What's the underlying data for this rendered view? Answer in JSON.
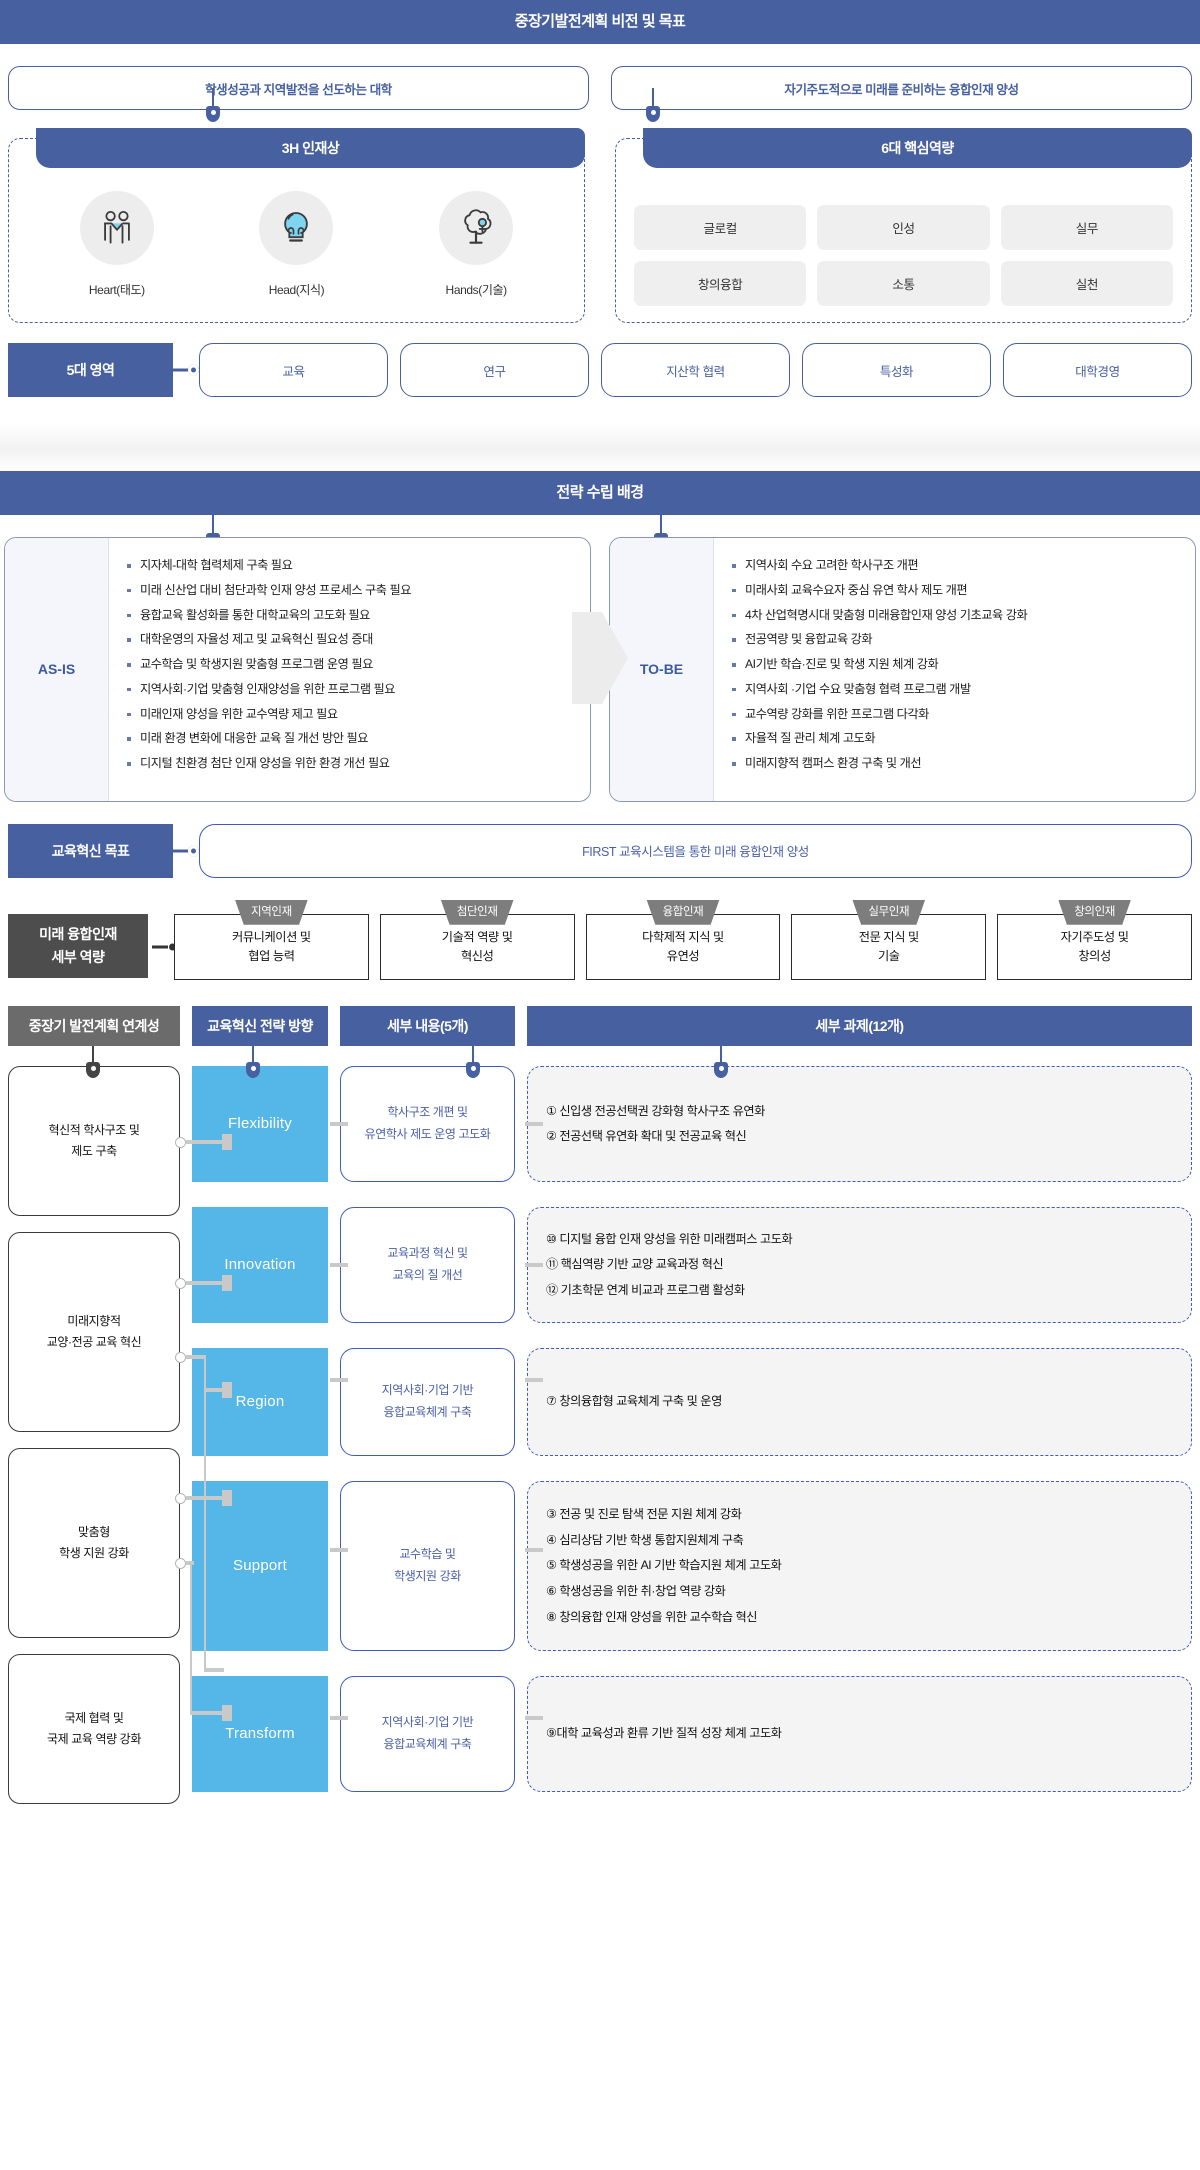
{
  "header": {
    "title": "중장기발전계획 비전 및 목표"
  },
  "vision": {
    "left": "학생성공과 지역발전을 선도하는 대학",
    "right": "자기주도적으로 미래를 준비하는 융합인재 양성"
  },
  "talent_panel": {
    "title": "3H 인재상",
    "items": [
      {
        "icon": "handshake-icon",
        "label": "Heart(태도)"
      },
      {
        "icon": "lightbulb-icon",
        "label": "Head(지식)"
      },
      {
        "icon": "tree-gear-icon",
        "label": "Hands(기술)"
      }
    ]
  },
  "competency_panel": {
    "title": "6대 핵심역량",
    "items": [
      "글로컬",
      "인성",
      "실무",
      "창의융합",
      "소통",
      "실천"
    ]
  },
  "areas": {
    "tag": "5대 영역",
    "items": [
      "교육",
      "연구",
      "지산학 협력",
      "특성화",
      "대학경영"
    ]
  },
  "strategy_background": {
    "title": "전략 수립 배경",
    "as_is": {
      "label": "AS-IS",
      "items": [
        "지자체-대학 협력체제 구축 필요",
        "미래 신산업 대비 첨단과학 인재 양성 프로세스 구축 필요",
        "융합교육 활성화를 통한 대학교육의 고도화 필요",
        "대학운영의 자율성 제고 및 교육혁신 필요성 증대",
        "교수학습 및 학생지원 맞춤형 프로그램 운영 필요",
        "지역사회·기업 맞춤형 인재양성을 위한 프로그램 필요",
        "미래인재 양성을 위한 교수역량 제고 필요",
        "미래 환경 변화에 대응한 교육 질 개선 방안 필요",
        "디지털 친환경 첨단 인재 양성을 위한 환경 개선 필요"
      ]
    },
    "to_be": {
      "label": "TO-BE",
      "items": [
        "지역사회 수요 고려한 학사구조 개편",
        "미래사회 교육수요자 중심 유연 학사 제도 개편",
        "4차 산업혁명시대 맞춤형 미래융합인재 양성 기초교육 강화",
        "전공역량 및 융합교육 강화",
        "AI기반 학습·진로 및 학생 지원 체계 강화",
        "지역사회 ·기업 수요 맞춤형 협력 프로그램 개발",
        "교수역량 강화를 위한 프로그램 다각화",
        "자율적 질 관리 체계 고도화",
        "미래지향적 캠퍼스 환경 구축 및 개선"
      ]
    }
  },
  "education_goal": {
    "tag": "교육혁신 목표",
    "text": "FIRST 교육시스템을 통한 미래 융합인재 양성"
  },
  "detailed_competency": {
    "tag_line1": "미래 융합인재",
    "tag_line2": "세부 역량",
    "cards": [
      {
        "badge": "지역인재",
        "line1": "커뮤니케이션 및",
        "line2": "협업 능력"
      },
      {
        "badge": "첨단인재",
        "line1": "기술적 역량 및",
        "line2": "혁신성"
      },
      {
        "badge": "융합인재",
        "line1": "다학제적 지식 및",
        "line2": "유연성"
      },
      {
        "badge": "실무인재",
        "line1": "전문 지식 및",
        "line2": "기술"
      },
      {
        "badge": "창의인재",
        "line1": "자기주도성 및",
        "line2": "창의성"
      }
    ]
  },
  "matrix": {
    "headers": {
      "linkage": "중장기 발전계획 연계성",
      "strategy": "교육혁신 전략 방향",
      "detail": "세부 내용(5개)",
      "tasks": "세부 과제(12개)"
    },
    "linkage_boxes": [
      {
        "line1": "혁신적 학사구조 및",
        "line2": "제도 구축"
      },
      {
        "line1": "미래지향적",
        "line2": "교양·전공 교육 혁신"
      },
      {
        "line1": "맞춤형",
        "line2": "학생 지원 강화"
      },
      {
        "line1": "국제 협력 및",
        "line2": "국제 교육 역량 강화"
      }
    ],
    "rows": [
      {
        "strategy": "Flexibility",
        "detail_line1": "학사구조 개편 및",
        "detail_line2": "유연학사 제도 운영 고도화",
        "tasks": [
          "① 신입생 전공선택권 강화형 학사구조 유연화",
          "② 전공선택 유연화 확대 및 전공교육 혁신"
        ]
      },
      {
        "strategy": "Innovation",
        "detail_line1": "교육과정 혁신 및",
        "detail_line2": "교육의 질 개선",
        "tasks": [
          "⑩ 디지털 융합 인재 양성을 위한 미래캠퍼스 고도화",
          "⑪ 핵심역량 기반 교양 교육과정 혁신",
          "⑫ 기초학문 연계 비교과 프로그램 활성화"
        ]
      },
      {
        "strategy": "Region",
        "detail_line1": "지역사회·기업 기반",
        "detail_line2": "융합교육체계 구축",
        "tasks": [
          "⑦ 창의융합형 교육체계 구축 및 운영"
        ]
      },
      {
        "strategy": "Support",
        "detail_line1": "교수학습 및",
        "detail_line2": "학생지원 강화",
        "tasks": [
          "③ 전공 및 진로 탐색 전문 지원 체계 강화",
          "④ 심리상담 기반 학생 통합지원체계 구축",
          "⑤ 학생성공을 위한 AI 기반 학습지원 체계 고도화",
          "⑥ 학생성공을 위한 취·창업 역량 강화",
          "⑧ 창의융합 인재 양성을 위한 교수학습 혁신"
        ]
      },
      {
        "strategy": "Transform",
        "detail_line1": "지역사회·기업 기반",
        "detail_line2": "융합교육체계 구축",
        "tasks": [
          "⑨대학 교육성과 환류 기반 질적 성장 체계 고도화"
        ]
      }
    ]
  },
  "colors": {
    "brand_blue": "#47609f",
    "light_blue": "#55b6e8",
    "grey": "#6b6b6b",
    "dark": "#4d4d4d"
  }
}
